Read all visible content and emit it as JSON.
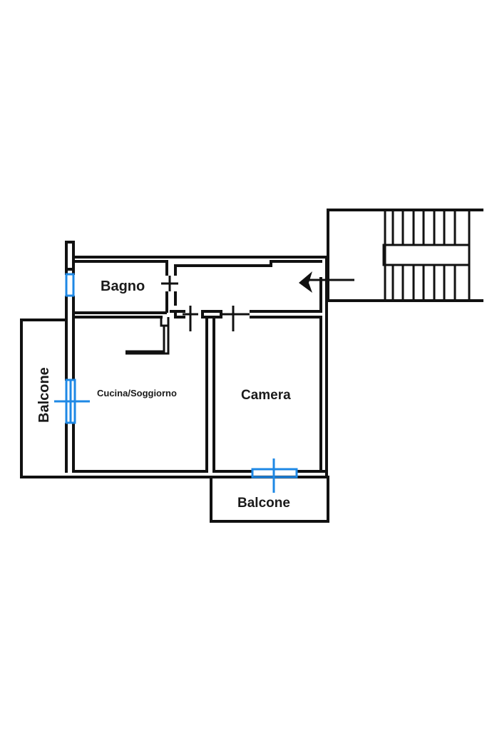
{
  "rooms": {
    "bagno": "Bagno",
    "cucina": "Cucina/Soggiorno",
    "camera": "Camera",
    "balcone_left": "Balcone",
    "balcone_bottom": "Balcone"
  },
  "colors": {
    "wall": "#111111",
    "window": "#1e88e5",
    "background": "#ffffff"
  },
  "icons": {
    "entrance": "entrance-arrow-icon",
    "stairs": "staircase-icon"
  }
}
